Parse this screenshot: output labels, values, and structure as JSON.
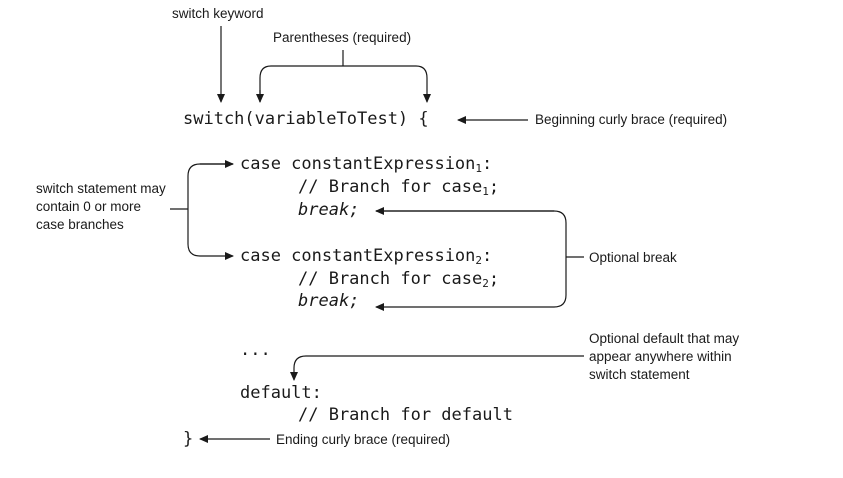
{
  "code": {
    "switch_line": "switch(variableToTest) {",
    "case1": {
      "prefix": "case constantExpression",
      "sub": "1",
      "suffix": ":"
    },
    "branch1": {
      "prefix": "// Branch for case",
      "sub": "1",
      "suffix": ";"
    },
    "break1": "break;",
    "case2": {
      "prefix": "case constantExpression",
      "sub": "2",
      "suffix": ":"
    },
    "branch2": {
      "prefix": "// Branch for case",
      "sub": "2",
      "suffix": ";"
    },
    "break2": "break;",
    "ellipsis": "...",
    "default_line": "default:",
    "default_branch": "// Branch for default",
    "close_brace": "}"
  },
  "labels": {
    "switch_keyword": "switch keyword",
    "parentheses": "Parentheses (required)",
    "beginning_brace": "Beginning curly brace (required)",
    "case_branches": [
      "switch statement may",
      "contain 0 or more",
      "case branches"
    ],
    "optional_break": "Optional break",
    "optional_default": [
      "Optional default that may",
      "appear anywhere within",
      "switch statement"
    ],
    "ending_brace": "Ending curly brace (required)"
  }
}
